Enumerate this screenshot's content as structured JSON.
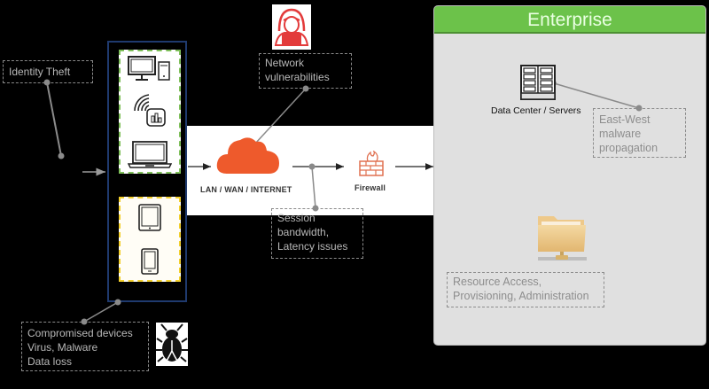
{
  "diagram": {
    "enterprise": {
      "title": "Enterprise",
      "data_center_label": "Data Center / Servers",
      "header_color": "#6cc24a",
      "panel_color": "#e0e0e0"
    },
    "network": {
      "cloud_label": "LAN / WAN / INTERNET",
      "firewall_label": "Firewall",
      "cloud_color": "#ee5a2c"
    },
    "device_groups": {
      "green_group_icons": [
        "desktop-computer-icon",
        "wireless-sensor-icon",
        "laptop-icon"
      ],
      "yellow_group_icons": [
        "tablet-icon",
        "phone-icon"
      ]
    },
    "threats": {
      "identity_theft": [
        "Identity Theft"
      ],
      "network_vulnerabilities": [
        "Network",
        "vulnerabilities"
      ],
      "session": [
        "Session",
        "bandwidth,",
        "Latency issues"
      ],
      "compromised": [
        "Compromised devices",
        "Virus, Malware",
        "Data loss"
      ],
      "east_west": [
        "East-West",
        "malware",
        "propagation"
      ],
      "resource": [
        "Resource Access,",
        "Provisioning, Administration"
      ]
    },
    "icons": {
      "hacker": "hacker-icon",
      "bug": "bug-icon",
      "servers": "server-rack-icon",
      "folder": "network-folder-icon"
    }
  }
}
